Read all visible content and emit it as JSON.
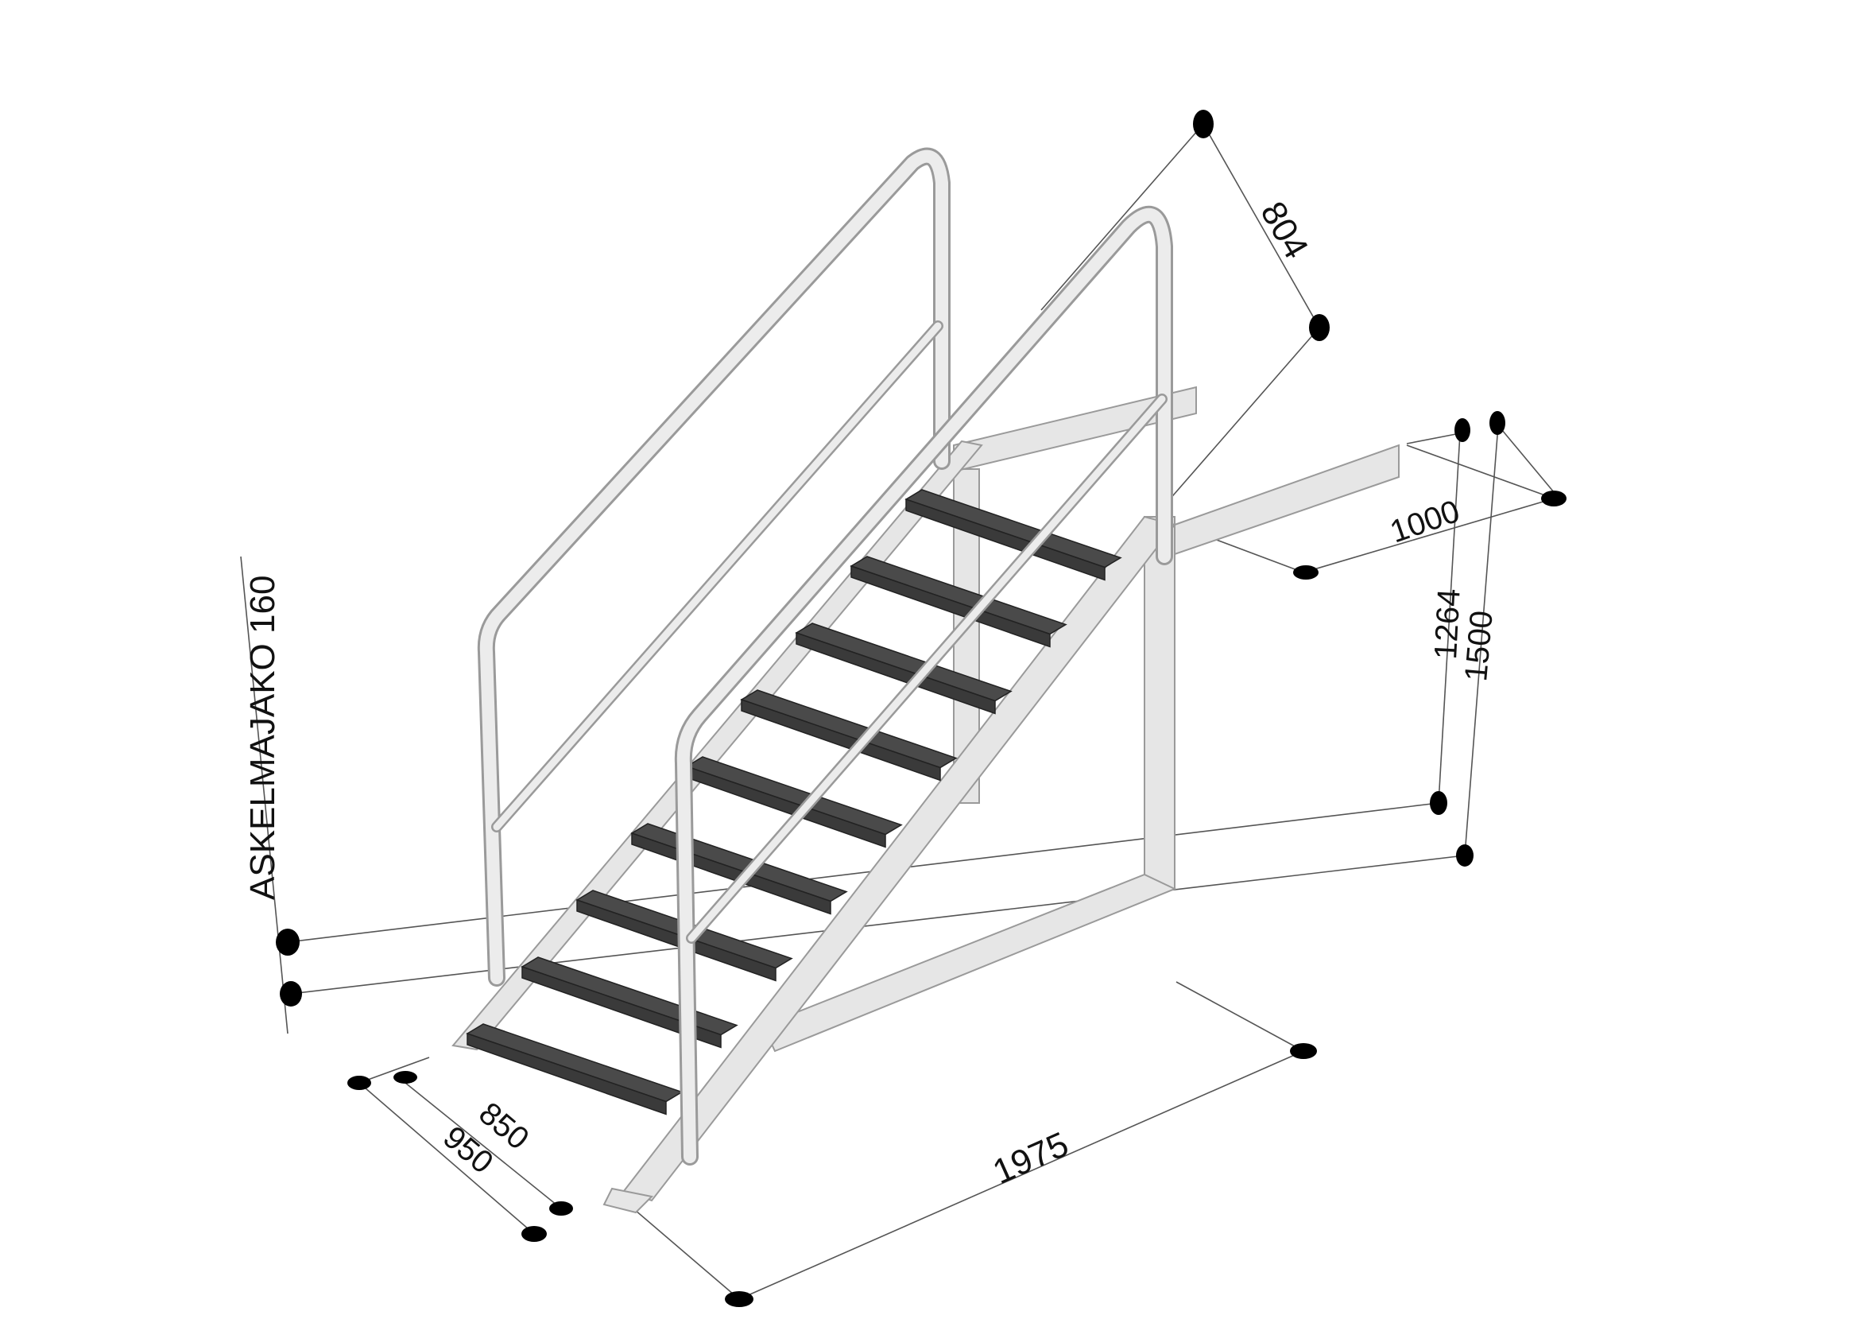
{
  "diagram": {
    "step_pitch_label": "ASKELMAJAKO 160",
    "dimensions": {
      "landing_depth": "804",
      "landing_length": "1000",
      "height_inner": "1264",
      "height_outer": "1500",
      "run_length": "1975",
      "width_inner": "850",
      "width_outer": "950"
    },
    "step_count": 9,
    "colors": {
      "frame": "#e6e6e6",
      "frame_edge": "#9a9a9a",
      "tread": "#3a3a3a",
      "tread_top": "#4a4a4a",
      "dim_line": "#555555",
      "dot": "#000000"
    }
  }
}
